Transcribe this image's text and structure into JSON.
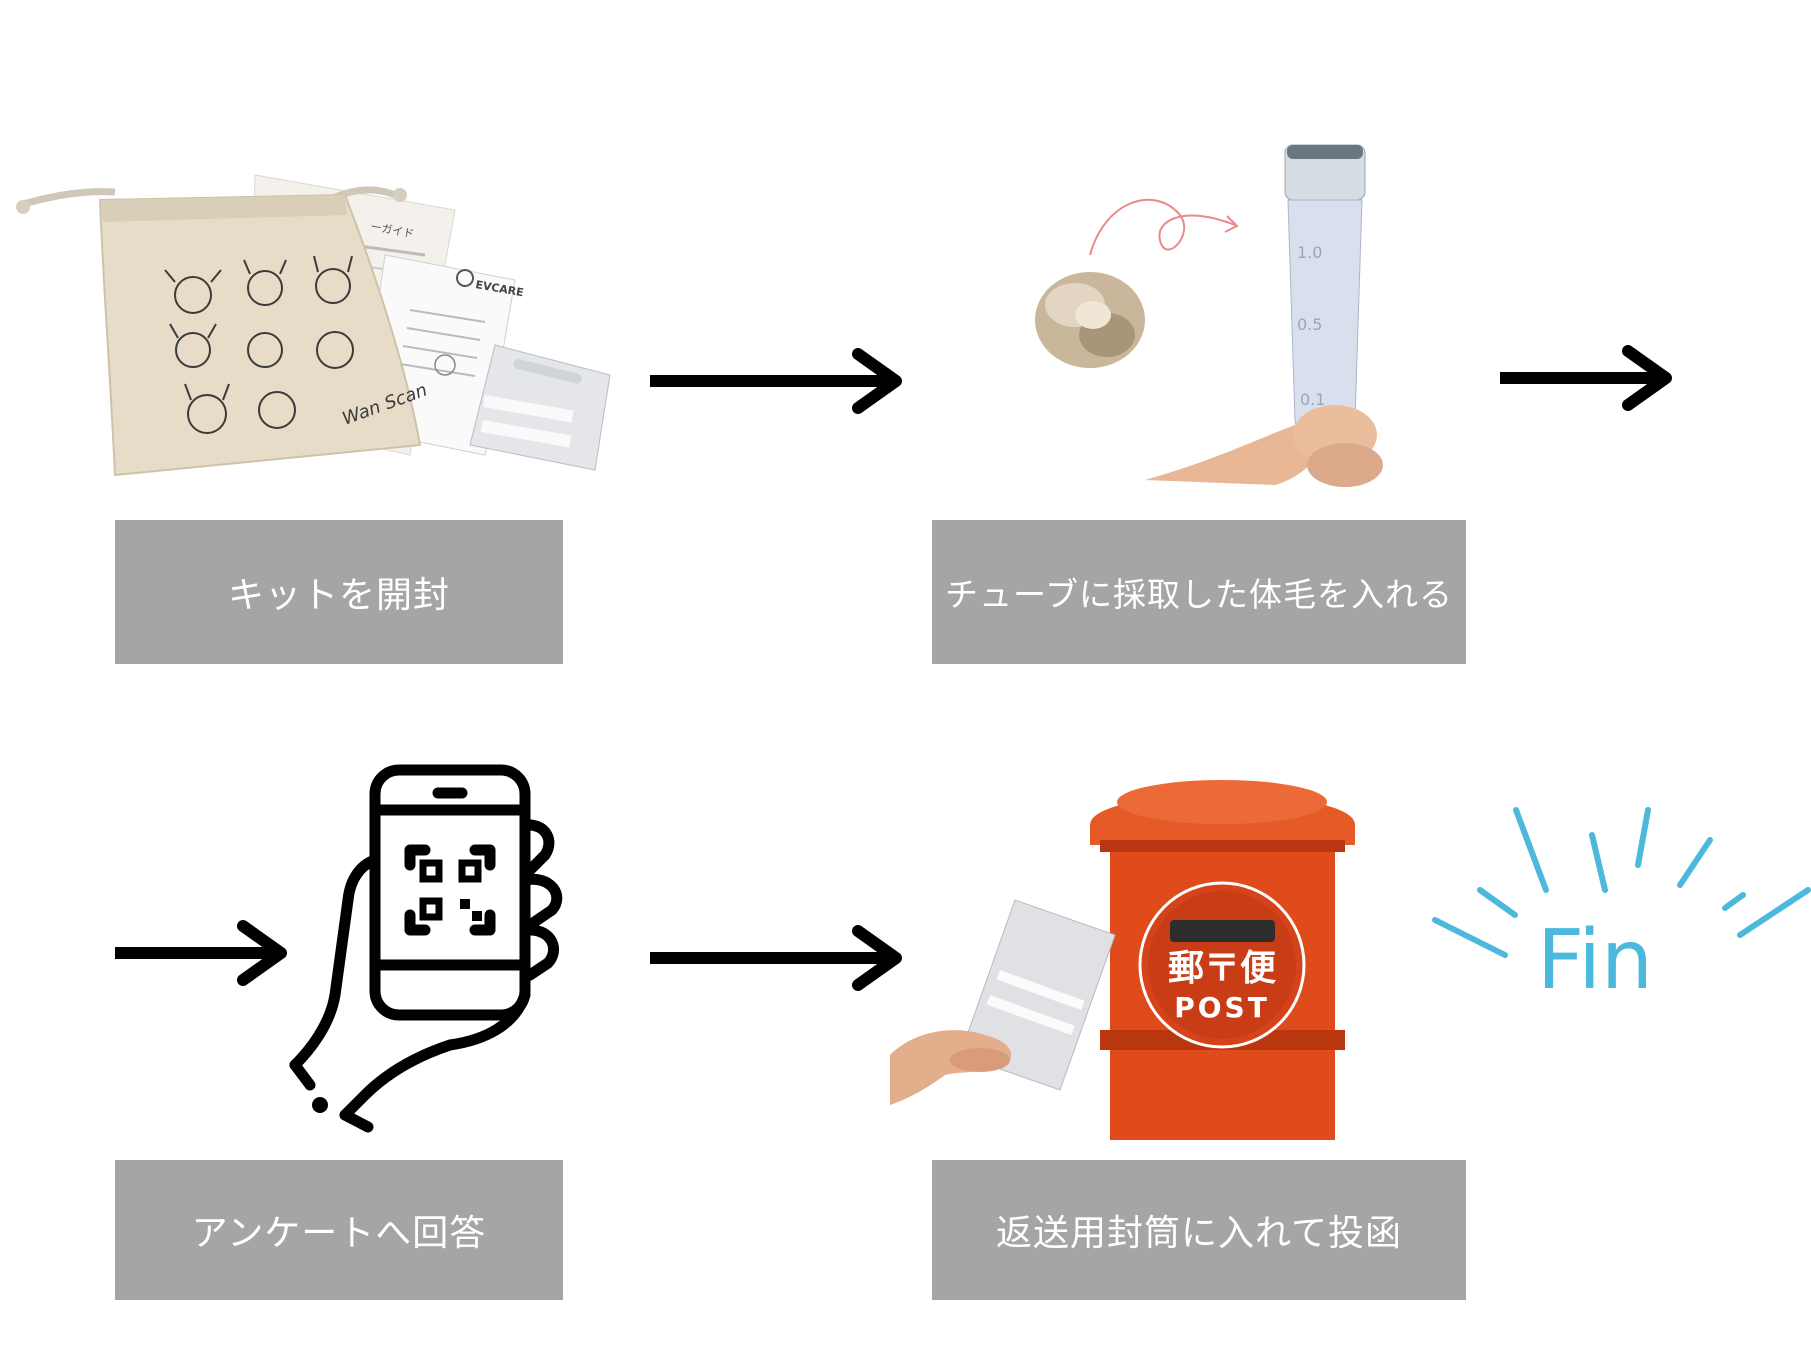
{
  "steps": [
    {
      "label": "キットを開封",
      "image": "kit-bag-photo"
    },
    {
      "label": "チューブに採取した体毛を入れる",
      "image": "hair-tube-photo"
    },
    {
      "label": "アンケートへ回答",
      "image": "phone-qr-icon"
    },
    {
      "label": "返送用封筒に入れて投函",
      "image": "mailbox-photo"
    }
  ],
  "kit": {
    "guide_text": "ーガイド",
    "brand": "EVCARE",
    "signature": "Wan Scan"
  },
  "tube": {
    "marks": [
      "1.0",
      "0.5",
      "0.1"
    ]
  },
  "mailbox": {
    "characters": "郵〒便",
    "post": "POST"
  },
  "final": {
    "text": "Fin"
  },
  "colors": {
    "label_bg": "#a5a5a5",
    "label_text": "#ffffff",
    "arrow": "#000000",
    "fin": "#4cb8db",
    "mailbox_red": "#e04b1c",
    "curl_arrow": "#e88a8a"
  }
}
